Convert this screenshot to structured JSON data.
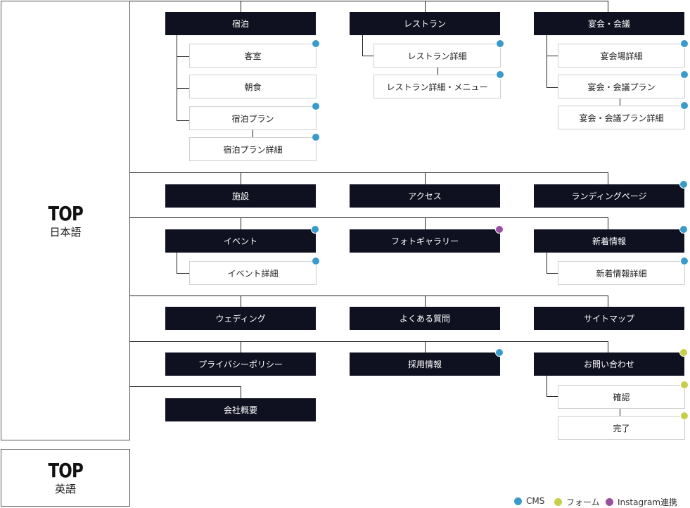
{
  "colors": {
    "cms": "#3a9ac9",
    "form": "#c8cd4b",
    "instagram": "#9b4fa0"
  },
  "top_ja": {
    "title": "TOP",
    "subtitle": "日本語"
  },
  "top_en": {
    "title": "TOP",
    "subtitle": "英語"
  },
  "nodes": [
    {
      "id": "shukuhaku",
      "label": "宿泊",
      "style": "dark",
      "badge": null
    },
    {
      "id": "kyakushitsu",
      "label": "客室",
      "style": "light",
      "badge": "cms"
    },
    {
      "id": "choshoku",
      "label": "朝食",
      "style": "light",
      "badge": null
    },
    {
      "id": "shukuhaku-plan",
      "label": "宿泊プラン",
      "style": "light",
      "badge": "cms"
    },
    {
      "id": "shukuhaku-plan-detail",
      "label": "宿泊プラン詳細",
      "style": "light",
      "badge": "cms"
    },
    {
      "id": "restaurant",
      "label": "レストラン",
      "style": "dark",
      "badge": null
    },
    {
      "id": "restaurant-detail",
      "label": "レストラン詳細",
      "style": "light",
      "badge": "cms"
    },
    {
      "id": "restaurant-menu",
      "label": "レストラン詳細・メニュー",
      "style": "light",
      "badge": "cms"
    },
    {
      "id": "enkai",
      "label": "宴会・会議",
      "style": "dark",
      "badge": null
    },
    {
      "id": "enkai-venue",
      "label": "宴会場詳細",
      "style": "light",
      "badge": "cms"
    },
    {
      "id": "enkai-plan",
      "label": "宴会・会議プラン",
      "style": "light",
      "badge": "cms"
    },
    {
      "id": "enkai-plan-detail",
      "label": "宴会・会議プラン詳細",
      "style": "light",
      "badge": "cms"
    },
    {
      "id": "shisetsu",
      "label": "施設",
      "style": "dark",
      "badge": null
    },
    {
      "id": "access",
      "label": "アクセス",
      "style": "dark",
      "badge": null
    },
    {
      "id": "landing",
      "label": "ランディングページ",
      "style": "dark",
      "badge": "cms"
    },
    {
      "id": "event",
      "label": "イベント",
      "style": "dark",
      "badge": "cms"
    },
    {
      "id": "event-detail",
      "label": "イベント詳細",
      "style": "light",
      "badge": "cms"
    },
    {
      "id": "photo",
      "label": "フォトギャラリー",
      "style": "dark",
      "badge": "instagram"
    },
    {
      "id": "news",
      "label": "新着情報",
      "style": "dark",
      "badge": "cms"
    },
    {
      "id": "news-detail",
      "label": "新着情報詳細",
      "style": "light",
      "badge": "cms"
    },
    {
      "id": "wedding",
      "label": "ウェディング",
      "style": "dark",
      "badge": null
    },
    {
      "id": "faq",
      "label": "よくある質問",
      "style": "dark",
      "badge": null
    },
    {
      "id": "sitemap",
      "label": "サイトマップ",
      "style": "dark",
      "badge": null
    },
    {
      "id": "privacy",
      "label": "プライバシーポリシー",
      "style": "dark",
      "badge": null
    },
    {
      "id": "recruit",
      "label": "採用情報",
      "style": "dark",
      "badge": "cms"
    },
    {
      "id": "contact",
      "label": "お問い合わせ",
      "style": "dark",
      "badge": "form"
    },
    {
      "id": "confirm",
      "label": "確認",
      "style": "light",
      "badge": "form"
    },
    {
      "id": "complete",
      "label": "完了",
      "style": "light",
      "badge": "form"
    },
    {
      "id": "company",
      "label": "会社概要",
      "style": "dark",
      "badge": null
    }
  ],
  "legend": [
    {
      "key": "cms",
      "label": "CMS"
    },
    {
      "key": "form",
      "label": "フォーム"
    },
    {
      "key": "instagram",
      "label": "Instagram連携"
    }
  ]
}
